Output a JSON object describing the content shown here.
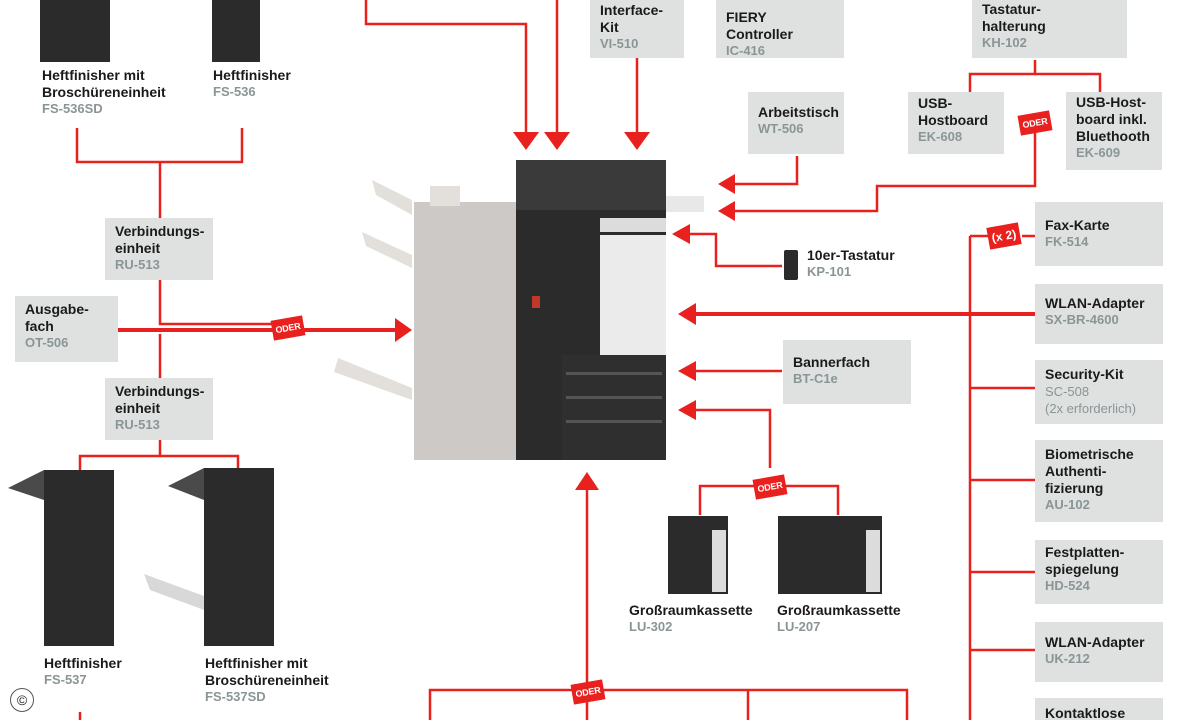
{
  "colors": {
    "accent": "#e8201e",
    "box": "#dfe1e1",
    "code": "#8a9596",
    "device": "#2b2b2b"
  },
  "badges": {
    "oder": "ODER",
    "times2": "(x 2)"
  },
  "components": {
    "finisher_fs536sd": {
      "name": "Heftfinisher mit\nBroschüreneinheit",
      "code": "FS-536SD"
    },
    "finisher_fs536": {
      "name": "Heftfinisher",
      "code": "FS-536"
    },
    "relay_upper": {
      "name": "Verbindungs-\neinheit",
      "code": "RU-513"
    },
    "output_tray": {
      "name": "Ausgabe-\nfach",
      "code": "OT-506"
    },
    "relay_lower": {
      "name": "Verbindungs-\neinheit",
      "code": "RU-513"
    },
    "finisher_fs537": {
      "name": "Heftfinisher",
      "code": "FS-537"
    },
    "finisher_fs537sd": {
      "name": "Heftfinisher mit\nBroschüreneinheit",
      "code": "FS-537SD"
    },
    "interface_kit": {
      "name": "Interface-\nKit",
      "code": "VI-510"
    },
    "fiery": {
      "name": "FIERY Controller",
      "code": "IC-416"
    },
    "keyboard_holder": {
      "name": "Tastatur-\nhalterung",
      "code": "KH-102"
    },
    "worktable": {
      "name": "Arbeitstisch",
      "code": "WT-506"
    },
    "usb_hostboard": {
      "name": "USB-\nHostboard",
      "code": "EK-608"
    },
    "usb_bt": {
      "name": "USB-Host-\nboard inkl.\nBluethooth",
      "code": "EK-609"
    },
    "keypad": {
      "name": "10er-Tastatur",
      "code": "KP-101"
    },
    "banner_tray": {
      "name": "Bannerfach",
      "code": "BT-C1e"
    },
    "lu302": {
      "name": "Großraumkassette",
      "code": "LU-302"
    },
    "lu207": {
      "name": "Großraumkassette",
      "code": "LU-207"
    },
    "fax": {
      "name": "Fax-Karte",
      "code": "FK-514"
    },
    "wlan_sx": {
      "name": "WLAN-Adapter",
      "code": "SX-BR-4600"
    },
    "security": {
      "name": "Security-Kit",
      "code": "SC-508",
      "note": "(2x erforderlich)"
    },
    "biometric": {
      "name": "Biometrische\nAuthenti-\nfizierung",
      "code": "AU-102"
    },
    "hdd_mirror": {
      "name": "Festplatten-\nspiegelung",
      "code": "HD-524"
    },
    "wlan_uk": {
      "name": "WLAN-Adapter",
      "code": "UK-212"
    },
    "contactless": {
      "name": "Kontaktlose"
    }
  },
  "footer": {
    "copyright": "©"
  }
}
